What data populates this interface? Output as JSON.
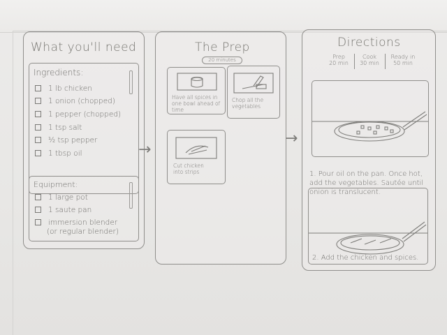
{
  "screen1": {
    "title": "What you'll need",
    "ingredients": {
      "heading": "Ingredients:",
      "items": [
        "1 lb chicken",
        "1 onion (chopped)",
        "1 pepper (chopped)",
        "1 tsp salt",
        "½ tsp pepper",
        "1 tbsp oil"
      ]
    },
    "equipment": {
      "heading": "Equipment:",
      "items": [
        "1 large pot",
        "1 saute pan",
        "immersion blender",
        "(or regular blender)"
      ]
    }
  },
  "screen2": {
    "title": "The Prep",
    "subtitle": "20 minutes",
    "steps": [
      "Have all spices in one bowl ahead of time",
      "Chop all the vegetables",
      "Cut chicken into strips"
    ]
  },
  "screen3": {
    "title": "Directions",
    "times": [
      {
        "label": "Prep",
        "value": "20 min"
      },
      {
        "label": "Cook",
        "value": "30 min"
      },
      {
        "label": "Ready in",
        "value": "50 min"
      }
    ],
    "step1": "1. Pour oil on the pan. Once hot, add the vegetables. Sautée until onion is translucent.",
    "step2": "2. Add the chicken and spices."
  },
  "arrow_glyph": "→"
}
